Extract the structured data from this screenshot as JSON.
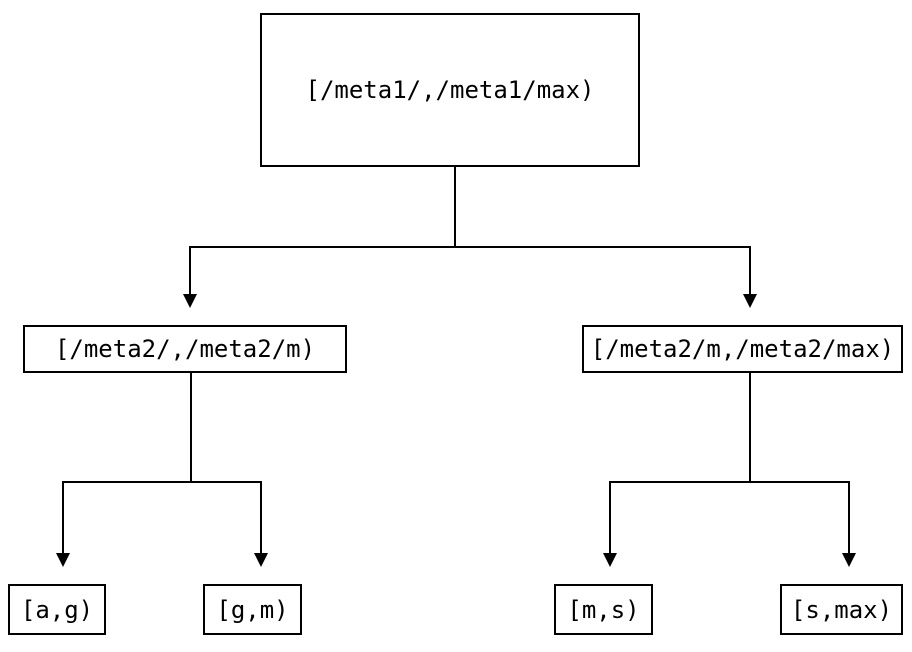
{
  "diagram_type": "tree",
  "colors": {
    "background": "#ffffff",
    "line": "#000000",
    "text": "#000000"
  },
  "tree": {
    "root": {
      "label": "[/meta1/,/meta1/max)"
    },
    "children": [
      {
        "label": "[/meta2/,/meta2/m)",
        "children": [
          {
            "label": "[a,g)"
          },
          {
            "label": "[g,m)"
          }
        ]
      },
      {
        "label": "[/meta2/m,/meta2/max)",
        "children": [
          {
            "label": "[m,s)"
          },
          {
            "label": "[s,max)"
          }
        ]
      }
    ]
  }
}
